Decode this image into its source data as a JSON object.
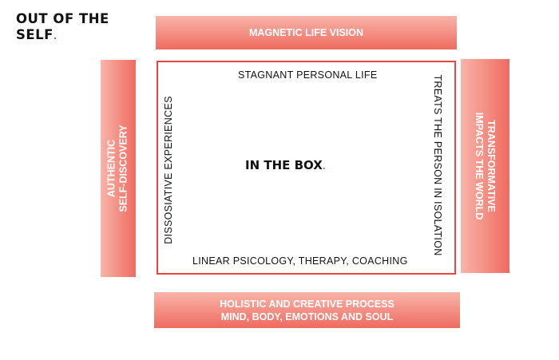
{
  "logo": {
    "line1": "OUT OF THE",
    "line2": "SELF",
    "dot": "."
  },
  "top_bar": {
    "label": "MAGNETIC LIFE VISION"
  },
  "left_bar": {
    "line1": "AUTHENTIC",
    "line2": "SELF-DISCOVERY"
  },
  "right_bar": {
    "line1": "TRANSFORMATIVE",
    "line2": "IMPACTS THE WORLD"
  },
  "bottom_bar": {
    "line1": "HOLISTIC AND CREATIVE PROCESS",
    "line2": "MIND, BODY, EMOTIONS AND SOUL"
  },
  "box": {
    "title": "IN THE BOX",
    "title_dot": ".",
    "top": "STAGNANT PERSONAL LIFE",
    "left": "DISSOSIATIVE EXPERIENCES",
    "right": "TREATS THE PERSON IN ISOLATION",
    "bottom": "LINEAR PSICOLOGY, THERAPY, COACHING"
  },
  "colors": {
    "accent": "#e8473f",
    "gradient_light": "#f8b4a9",
    "gradient_dark": "#ef6b60"
  }
}
